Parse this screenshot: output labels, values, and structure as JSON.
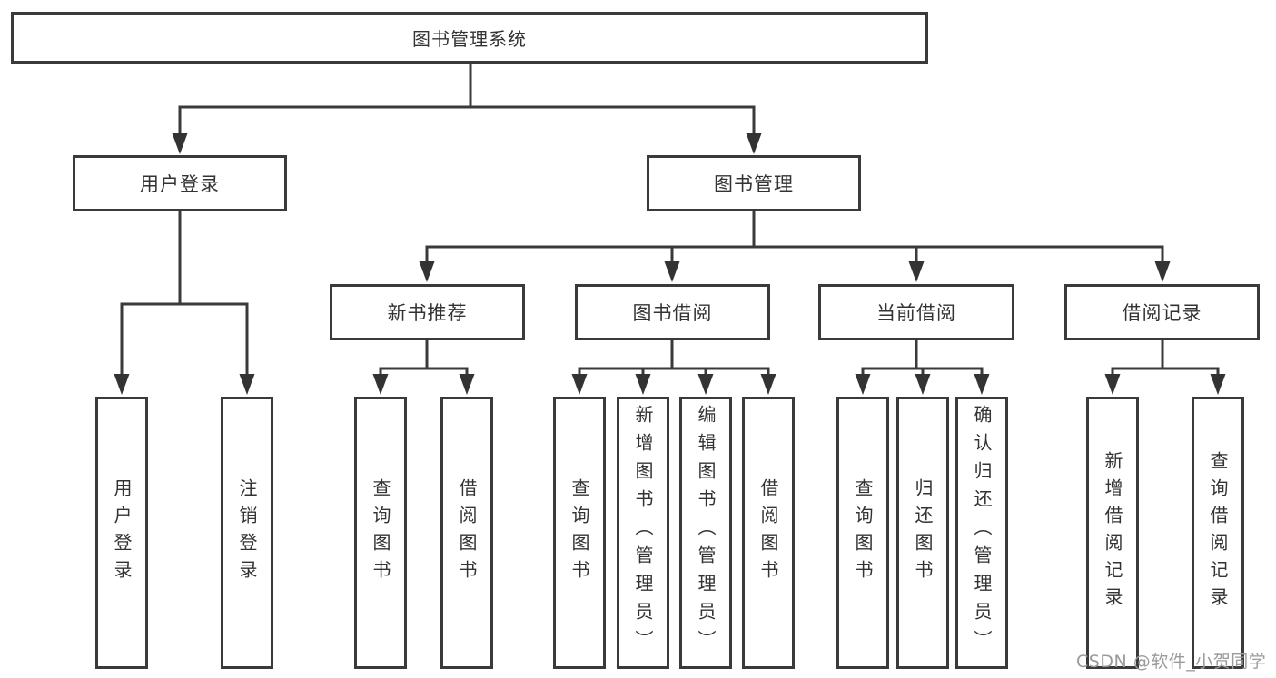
{
  "diagram": {
    "root": {
      "label": "图书管理系统"
    },
    "level2": [
      {
        "label": "用户登录"
      },
      {
        "label": "图书管理"
      }
    ],
    "level3": [
      {
        "label": "新书推荐"
      },
      {
        "label": "图书借阅"
      },
      {
        "label": "当前借阅"
      },
      {
        "label": "借阅记录"
      }
    ],
    "leaves": {
      "user": [
        "用户登录",
        "注销登录"
      ],
      "recommend": [
        "查询图书",
        "借阅图书"
      ],
      "borrow": [
        "查询图书",
        "新增图书（管理员）",
        "编辑图书（管理员）",
        "借阅图书"
      ],
      "current": [
        "查询图书",
        "归还图书",
        "确认归还（管理员）"
      ],
      "records": [
        "新增借阅记录",
        "查询借阅记录"
      ]
    }
  },
  "watermark": "CSDN @软件_小贺同学",
  "colors": {
    "line": "#3a3a3a",
    "text": "#333333",
    "box_background": "#ffffff",
    "watermark": "#9b9b9b"
  }
}
